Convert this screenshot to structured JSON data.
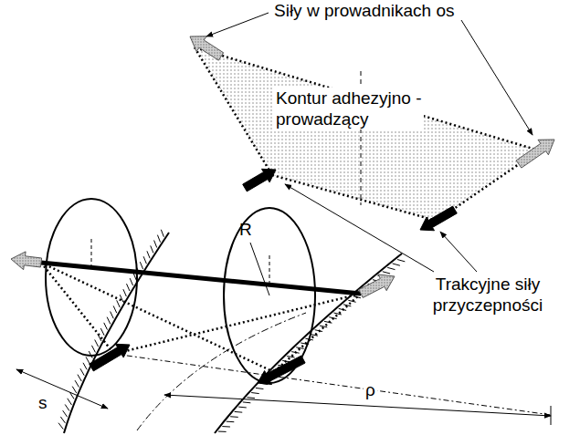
{
  "diagram": {
    "labels": [
      "Siły w prowadnikach os",
      "Kontur adhezyjno - prowadzący",
      "Trakcyjne siły przyczepności",
      "R",
      "s",
      "ρ"
    ]
  }
}
